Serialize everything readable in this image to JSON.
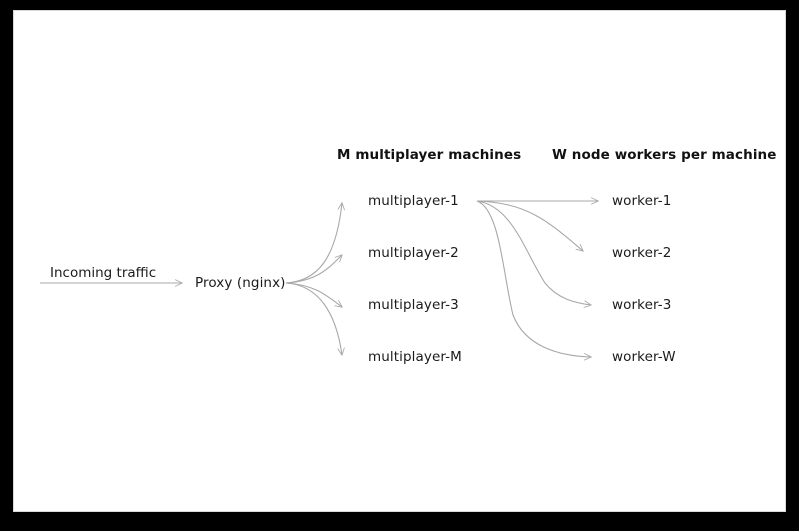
{
  "canvas": {
    "background": "#ffffff",
    "page_background": "#000000",
    "edge_color": "#a8a8a8",
    "text_color": "#1b1b1b"
  },
  "entry": {
    "label": "Incoming traffic"
  },
  "proxy": {
    "label": "Proxy (nginx)"
  },
  "columns": [
    {
      "header": "M multiplayer machines",
      "nodes": [
        {
          "label": "multiplayer-1"
        },
        {
          "label": "multiplayer-2"
        },
        {
          "label": "multiplayer-3"
        },
        {
          "label": "multiplayer-M"
        }
      ]
    },
    {
      "header": "W node workers per machine",
      "nodes": [
        {
          "label": "worker-1"
        },
        {
          "label": "worker-2"
        },
        {
          "label": "worker-3"
        },
        {
          "label": "worker-W"
        }
      ]
    }
  ]
}
